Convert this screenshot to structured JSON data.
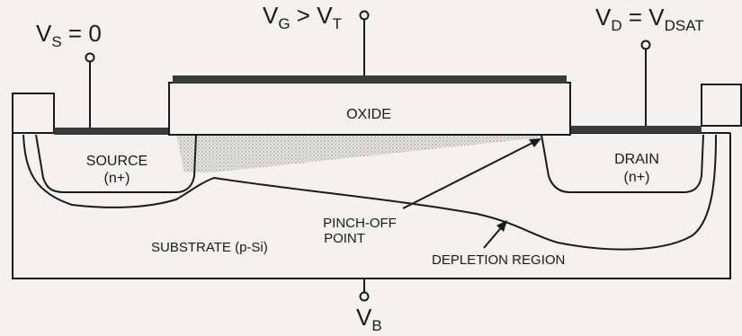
{
  "terminals": {
    "source": {
      "symbol": "V",
      "subscript": "S",
      "rest": " = 0"
    },
    "gate": {
      "symbol": "V",
      "subscript": "G",
      "relation": " > V",
      "subscript2": "T"
    },
    "drain": {
      "symbol": "V",
      "subscript": "D",
      "relation": " = V",
      "subscript2": "DSAT"
    },
    "body": {
      "symbol": "V",
      "subscript": "B"
    }
  },
  "regions": {
    "oxide": "OXIDE",
    "source_name": "SOURCE",
    "source_type": "(n+)",
    "drain_name": "DRAIN",
    "drain_type": "(n+)",
    "substrate": "SUBSTRATE (p-Si)"
  },
  "annotations": {
    "pinch_off_line1": "PINCH-OFF",
    "pinch_off_line2": "POINT",
    "depletion": "DEPLETION REGION"
  },
  "colors": {
    "ink": "#1a1a1a",
    "metal": "#3a3a3a",
    "channel": "#b8b8b8",
    "paper": "#f3f2f0"
  }
}
